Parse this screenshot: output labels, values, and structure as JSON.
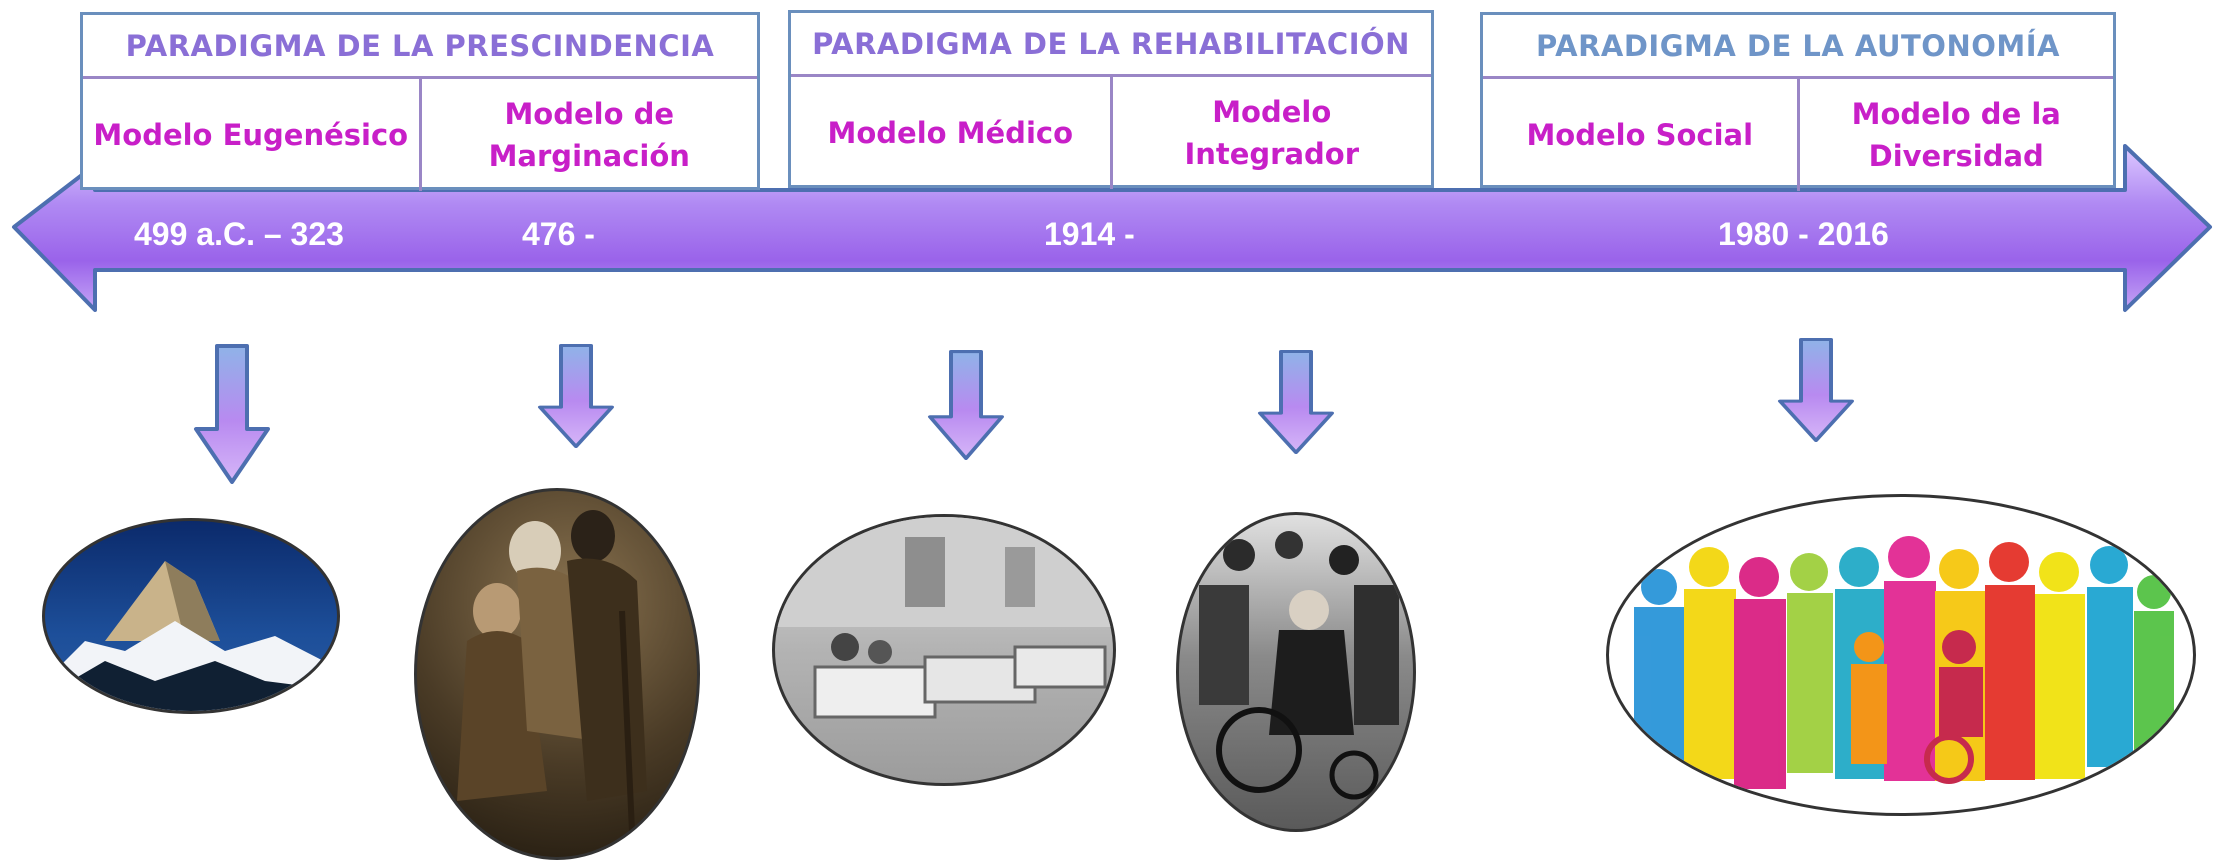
{
  "paradigms": [
    {
      "title": "PARADIGMA DE LA PRESCINDENCIA",
      "models": [
        "Modelo Eugenésico",
        "Modelo de\nMarginación"
      ]
    },
    {
      "title": "PARADIGMA DE LA REHABILITACIÓN",
      "models": [
        "Modelo Médico",
        "Modelo\nIntegrador"
      ]
    },
    {
      "title": "PARADIGMA DE LA AUTONOMÍA",
      "models": [
        "Modelo Social",
        "Modelo de la\nDiversidad"
      ]
    }
  ],
  "years": [
    "499 a.C. – 323",
    "476 -",
    "1914 -",
    "1980 - 2016"
  ],
  "images": [
    "mountain-peak-night-photo",
    "elderly-beggars-painting",
    "hospital-ward-beds-photo",
    "woman-in-wheelchair-photo",
    "colorful-people-silhouettes"
  ],
  "colors": {
    "arrow_top": "#c7a8f5",
    "arrow_mid": "#a777ee",
    "arrow_edge": "#4d6fb0",
    "paradigm_border": "#6a8fbd",
    "title_text": "#8a6fd6",
    "model_text": "#c81fc8"
  }
}
